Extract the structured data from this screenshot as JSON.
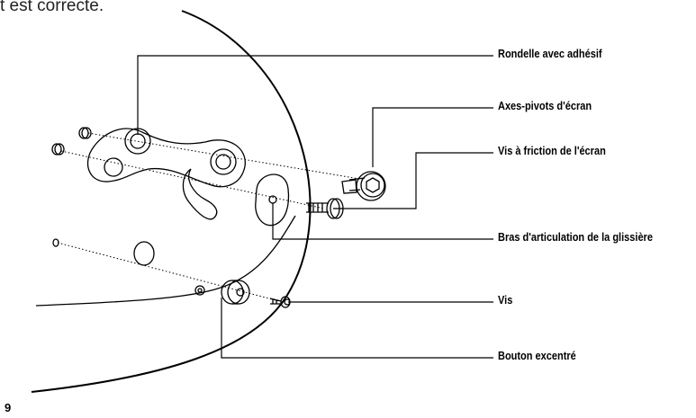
{
  "intro_text": "t est correcte.",
  "page_number": "9",
  "labels": {
    "washer": "Rondelle avec adhésif",
    "pivot_axes": "Axes-pivots d'écran",
    "friction_screw": "Vis à friction de l'écran",
    "slide_arm": "Bras d'articulation de la glissière",
    "screw": "Vis",
    "eccentric_knob": "Bouton excentré"
  }
}
